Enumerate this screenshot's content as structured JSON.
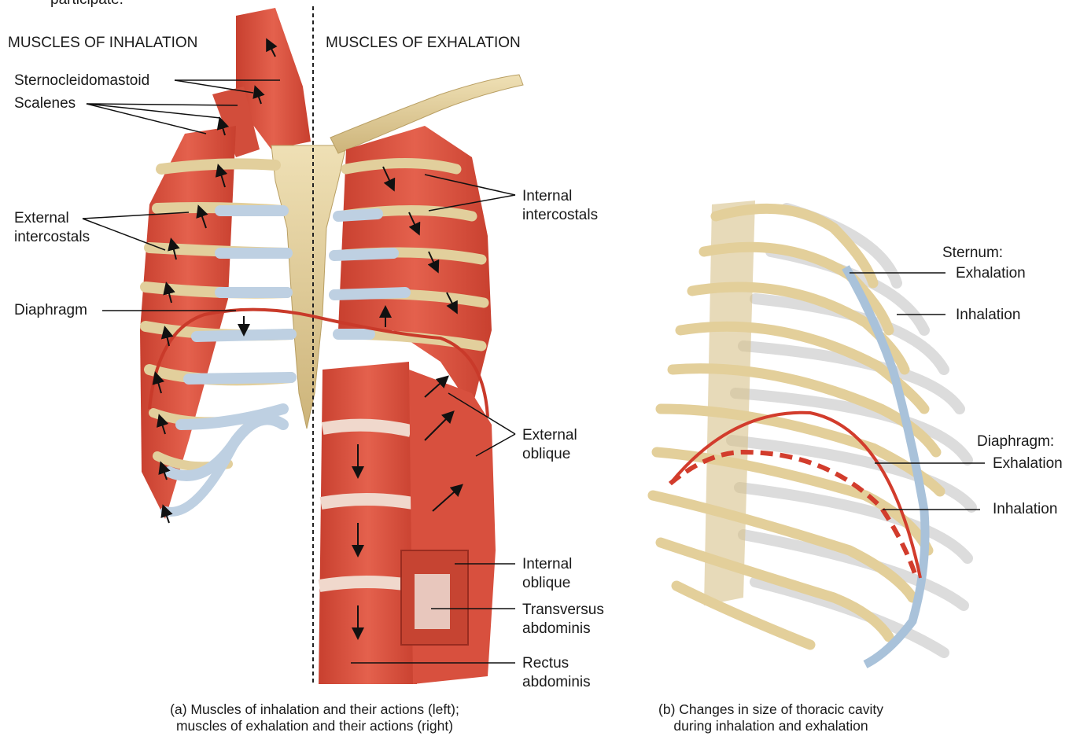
{
  "top_fragment": "participate.",
  "panel_a": {
    "heading_inhalation": "MUSCLES OF INHALATION",
    "heading_exhalation": "MUSCLES OF EXHALATION",
    "labels": {
      "sternocleidomastoid": "Sternocleidomastoid",
      "scalenes": "Scalenes",
      "external_intercostals": [
        "External",
        "intercostals"
      ],
      "diaphragm": "Diaphragm",
      "internal_intercostals": [
        "Internal",
        "intercostals"
      ],
      "external_oblique": [
        "External",
        "oblique"
      ],
      "internal_oblique": [
        "Internal",
        "oblique"
      ],
      "transversus_abdominis": [
        "Transversus",
        "abdominis"
      ],
      "rectus_abdominis": [
        "Rectus",
        "abdominis"
      ]
    },
    "caption": [
      "(a) Muscles of inhalation and their actions (left);",
      "muscles of exhalation and their actions (right)"
    ]
  },
  "panel_b": {
    "labels": {
      "sternum": "Sternum:",
      "sternum_exhalation": "Exhalation",
      "sternum_inhalation": "Inhalation",
      "diaphragm": "Diaphragm:",
      "diaphragm_exhalation": "Exhalation",
      "diaphragm_inhalation": "Inhalation"
    },
    "caption": [
      "(b) Changes in size of thoracic cavity",
      "during inhalation and exhalation"
    ]
  },
  "colors": {
    "muscle": "#d9503f",
    "muscle_light": "#ec8b78",
    "bone": "#e2cf9c",
    "cartilage": "#b9cde0",
    "diaphragm_line": "#d23c2c",
    "leader": "#111111"
  }
}
